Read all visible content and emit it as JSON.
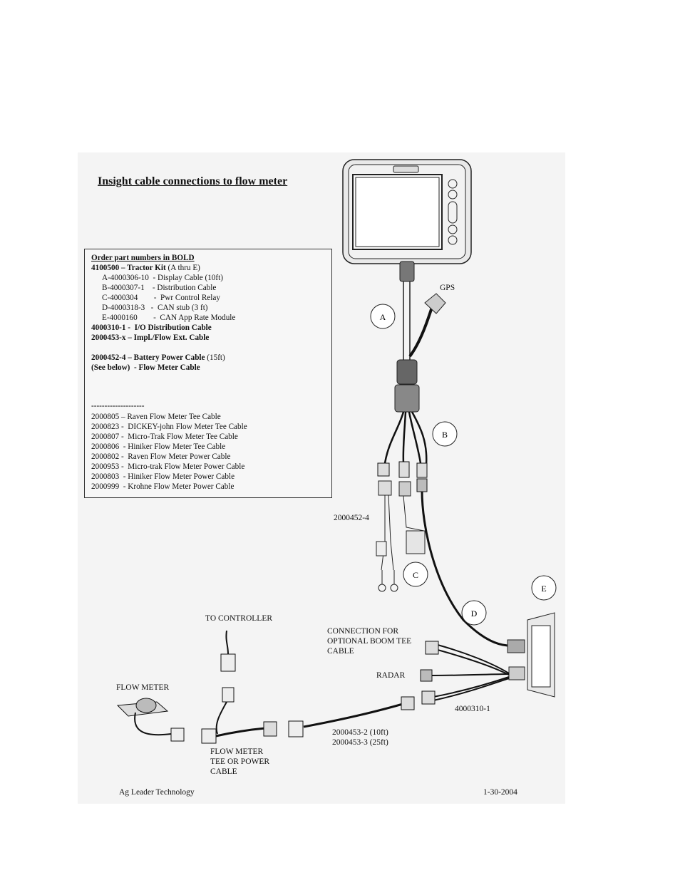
{
  "title": "Insight cable connections to flow meter",
  "parts_box": {
    "header": "Order part numbers in BOLD",
    "kit_number": "4100500",
    "kit_name": " – Tractor Kit",
    "kit_suffix": " (A thru E)",
    "kit_items": [
      "A-4000306-10  - Display Cable (10ft)",
      "B-4000307-1    - Distribution Cable",
      "C-4000304        -  Pwr Control Relay",
      "D-4000318-3   -  CAN stub (3 ft)",
      "E-4000160        -  CAN App Rate Module"
    ],
    "io_cable": "4000310-1 -  I/O Distribution Cable",
    "ext_cable": "2000453-x – Impl./Flow Ext. Cable",
    "battery_bold": "2000452-4 – Battery Power Cable",
    "battery_suffix": " (15ft)",
    "see_below": "(See below)  - Flow Meter Cable",
    "divider": "--------------------",
    "flow_cables": [
      "2000805 – Raven Flow Meter Tee Cable",
      "2000823 -  DICKEY-john Flow Meter Tee Cable",
      "2000807 -  Micro-Trak Flow Meter Tee Cable",
      "2000806  - Hiniker Flow Meter Tee Cable",
      "2000802 -  Raven Flow Meter Power Cable",
      "2000953 -  Micro-trak Flow Meter Power Cable",
      "2000803  - Hiniker Flow Meter Power Cable",
      "2000999  - Krohne Flow Meter Power Cable"
    ]
  },
  "labels": {
    "gps": "GPS",
    "battery_cable": "2000452-4",
    "to_controller": "TO CONTROLLER",
    "boom_tee": "CONNECTION FOR\nOPTIONAL BOOM TEE\nCABLE",
    "radar": "RADAR",
    "flow_meter": "FLOW METER",
    "io_cable": "4000310-1",
    "ext_cable": "2000453-2 (10ft)\n2000453-3 (25ft)",
    "tee_power": "FLOW METER\nTEE OR POWER\nCABLE"
  },
  "callouts": [
    "A",
    "B",
    "C",
    "D",
    "E"
  ],
  "footer": {
    "company": "Ag Leader Technology",
    "date": "1-30-2004"
  }
}
